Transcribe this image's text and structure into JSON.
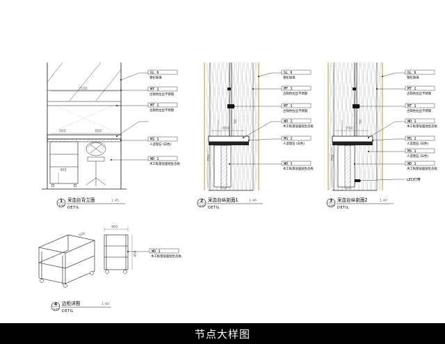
{
  "footer_title": "节点大样图",
  "detail_label": "DETIL",
  "tags": {
    "gl6": {
      "code": "GL  6",
      "desc": "钢化玻璃"
    },
    "mt1": {
      "code": "MT  1",
      "desc": "古铜色拉丝不锈钢"
    },
    "ms1": {
      "code": "MS  1",
      "desc": "人造理石 (白色)"
    },
    "wd1": {
      "code": "WD  1",
      "desc": "木工板基层面贴生态板"
    },
    "led": {
      "desc": "LED灯带"
    }
  },
  "views": [
    {
      "num": "1",
      "sub": "3-09",
      "title": "采血台背立面",
      "scale": "1:45",
      "dims": {
        "d2100": "2100",
        "d500": "500",
        "d600": "600",
        "d400": "400"
      }
    },
    {
      "num": "2",
      "sub": "3-09",
      "title": "采血台纵剖面1",
      "scale": "1:46",
      "dims": {
        "d50": "50",
        "d650": "650",
        "d750": "750"
      }
    },
    {
      "num": "3",
      "sub": "3-09",
      "title": "采血台纵剖面2",
      "scale": "1:40",
      "dims": {
        "d50": "50",
        "d650": "650",
        "d750": "750"
      }
    },
    {
      "num": "4",
      "sub": "3-09",
      "title": "边柜详图",
      "scale": "1:40",
      "dims": {
        "d400": "400",
        "d600": "600",
        "d450": "450"
      }
    }
  ]
}
